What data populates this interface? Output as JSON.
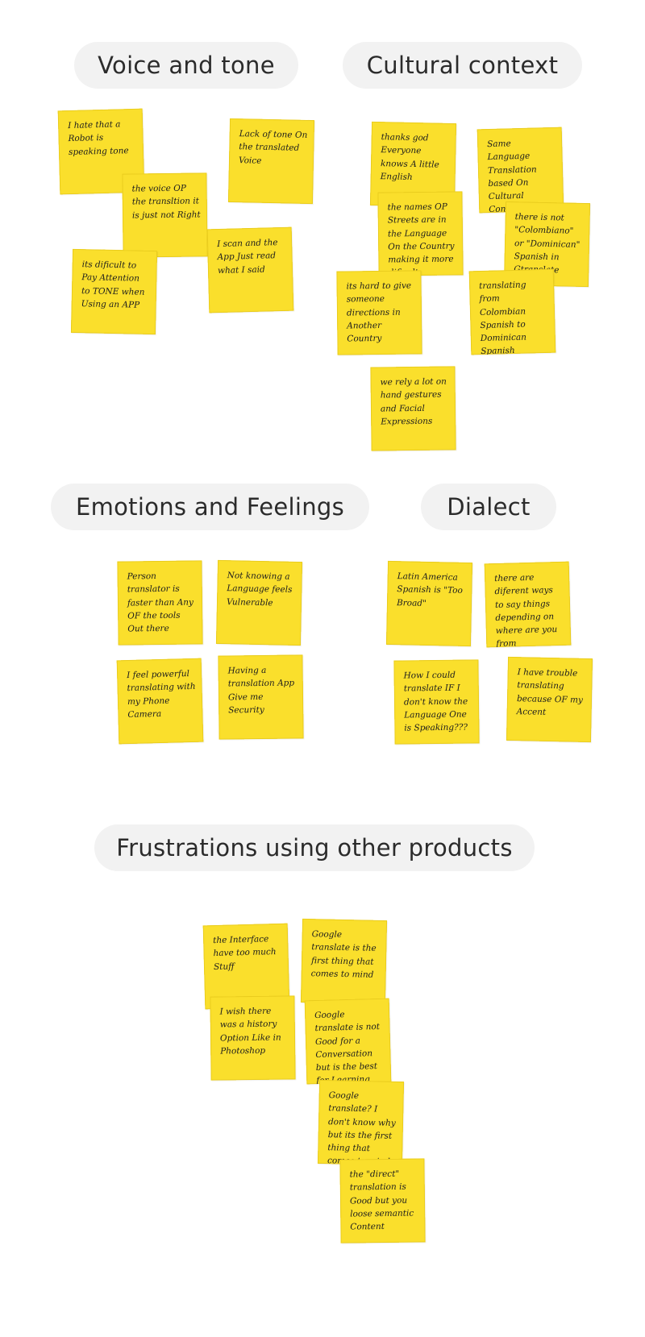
{
  "colors": {
    "note": "#fadf2c",
    "pill_bg": "#f2f2f2",
    "text": "#2b2b2b"
  },
  "clusters": {
    "voice": {
      "title": "Voice and tone",
      "notes": [
        "I hate that a Robot is speaking tone",
        "Lack of tone On the translated Voice",
        "the voice OP the transltion it is just not Right",
        "I scan and the App Just read what I said",
        "its dificult to Pay Attention to TONE when Using an APP"
      ]
    },
    "cultural": {
      "title": "Cultural context",
      "notes": [
        "thanks god Everyone knows A little English",
        "Same Language Translation based On Cultural Context",
        "the names OP Streets are in the Language On the Country making it more dificult",
        "there is not \"Colombiano\" or \"Dominican\" Spanish in Gtranslate",
        "its hard to give someone directions in Another Country",
        "translating from Colombian Spanish to Dominican Spanish",
        "we rely a lot on hand gestures and Facial Expressions"
      ]
    },
    "emotions": {
      "title": "Emotions and Feelings",
      "notes": [
        "Person translator is faster than Any OF the tools Out there",
        "Not knowing a Language feels Vulnerable",
        "I feel powerful translating with my Phone Camera",
        "Having a translation App Give me Security"
      ]
    },
    "dialect": {
      "title": "Dialect",
      "notes": [
        "Latin America Spanish is \"Too Broad\"",
        "there are diferent ways to say things depending on where are you from",
        "How I could translate IF I don't know the Language One is Speaking???",
        "I have trouble translating because OF my Accent"
      ]
    },
    "frustrations": {
      "title": "Frustrations using other products",
      "notes": [
        "the Interface have too much Stuff",
        "Google translate is the first thing that comes to mind",
        "I wish there was a history Option Like in Photoshop",
        "Google translate is not Good for a Conversation but is the best for Learning",
        "Google translate? I don't know why but its the first thing that comes to mind",
        "the \"direct\" translation is Good but you loose semantic Content"
      ]
    }
  }
}
